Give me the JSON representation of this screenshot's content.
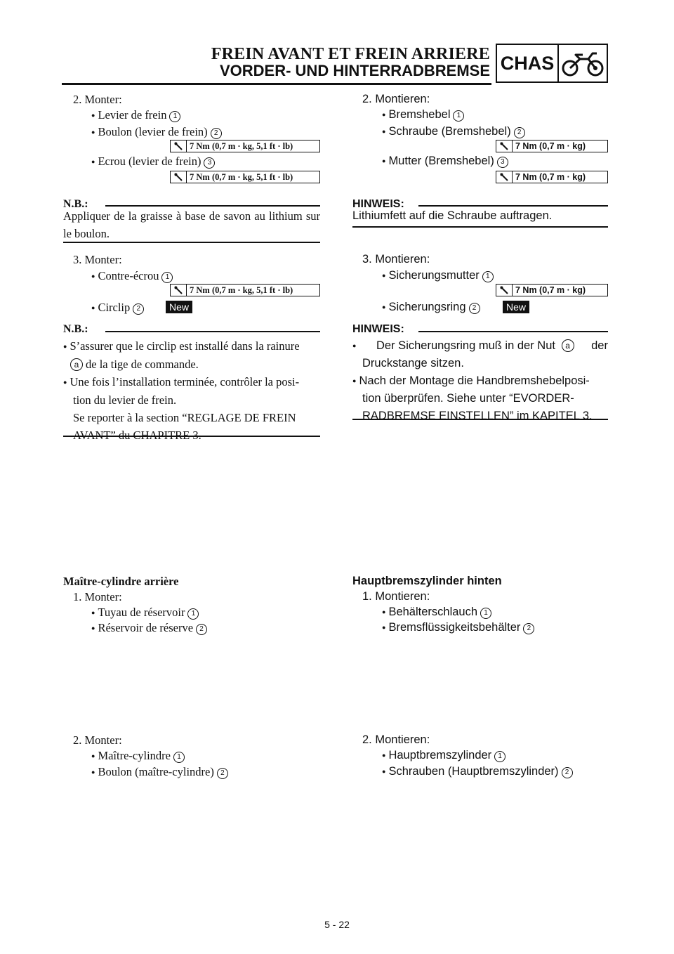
{
  "header": {
    "title_fr": "FREIN AVANT ET FREIN ARRIERE",
    "title_de": "VORDER- UND HINTERRADBREMSE",
    "section_code": "CHAS"
  },
  "left": {
    "step2_title": "2. Monter:",
    "step2_item1": "Levier de frein",
    "step2_item2": "Boulon (levier de frein)",
    "step2_torque1": "7 Nm (0,7 m · kg, 5,1 ft · lb)",
    "step2_item3": "Ecrou (levier de frein)",
    "step2_torque2": "7 Nm (0,7 m · kg, 5,1 ft · lb)",
    "nb1_label": "N.B.:",
    "nb1_text": "Appliquer de la graisse à base de savon au lithium sur le boulon.",
    "step3_title": "3. Monter:",
    "step3_item1": "Contre-écrou",
    "step3_torque": "7 Nm (0,7 m · kg, 5,1 ft · lb)",
    "step3_item2": "Circlip",
    "new_label": "New",
    "nb2_label": "N.B.:",
    "nb2_bullet1_a": "S’assurer que le circlip est installé dans la rainure",
    "nb2_bullet1_b": "de la tige de commande.",
    "nb2_bullet2_a": "Une fois l’installation terminée, contrôler la posi-",
    "nb2_bullet2_b": "tion du levier de frein.",
    "nb2_bullet2_c": "Se reporter à la section “REGLAGE DE FREIN",
    "nb2_bullet2_d": "AVANT” du CHAPITRE 3.",
    "rear_heading": "Maître-cylindre arrière",
    "rear_step1_title": "1. Monter:",
    "rear_step1_item1": "Tuyau de réservoir",
    "rear_step1_item2": "Réservoir de réserve",
    "rear_step2_title": "2. Monter:",
    "rear_step2_item1": "Maître-cylindre",
    "rear_step2_item2": "Boulon (maître-cylindre)"
  },
  "right": {
    "step2_title": "2. Montieren:",
    "step2_item1": "Bremshebel",
    "step2_item2": "Schraube (Bremshebel)",
    "step2_torque1": "7 Nm (0,7 m · kg)",
    "step2_item3": "Mutter (Bremshebel)",
    "step2_torque2": "7 Nm (0,7 m · kg)",
    "hw1_label": "HINWEIS:",
    "hw1_text": "Lithiumfett auf die Schraube auftragen.",
    "step3_title": "3. Montieren:",
    "step3_item1": "Sicherungsmutter",
    "step3_torque": "7 Nm (0,7 m · kg)",
    "step3_item2": "Sicherungsring",
    "new_label": "New",
    "hw2_label": "HINWEIS:",
    "hw2_bullet1_a": "Der Sicherungsring muß in der Nut",
    "hw2_bullet1_a2": "der",
    "hw2_bullet1_b": "Druckstange sitzen.",
    "hw2_bullet2_a": "Nach der Montage die Handbremshebelposi-",
    "hw2_bullet2_b": "tion überprüfen. Siehe unter “EVORDER-",
    "hw2_bullet2_c": "RADBREMSE EINSTELLEN” im KAPITEL 3.",
    "rear_heading": "Hauptbremszylinder hinten",
    "rear_step1_title": "1. Montieren:",
    "rear_step1_item1": "Behälterschlauch",
    "rear_step1_item2": "Bremsflüssigkeitsbehälter",
    "rear_step2_title": "2. Montieren:",
    "rear_step2_item1": "Hauptbremszylinder",
    "rear_step2_item2": "Schrauben (Hauptbremszylinder)"
  },
  "markers": {
    "n1": "1",
    "n2": "2",
    "n3": "3",
    "a": "a"
  },
  "icons": {
    "header": "motorcycle-icon",
    "torque": "wrench-icon"
  },
  "page_number": "5 - 22"
}
